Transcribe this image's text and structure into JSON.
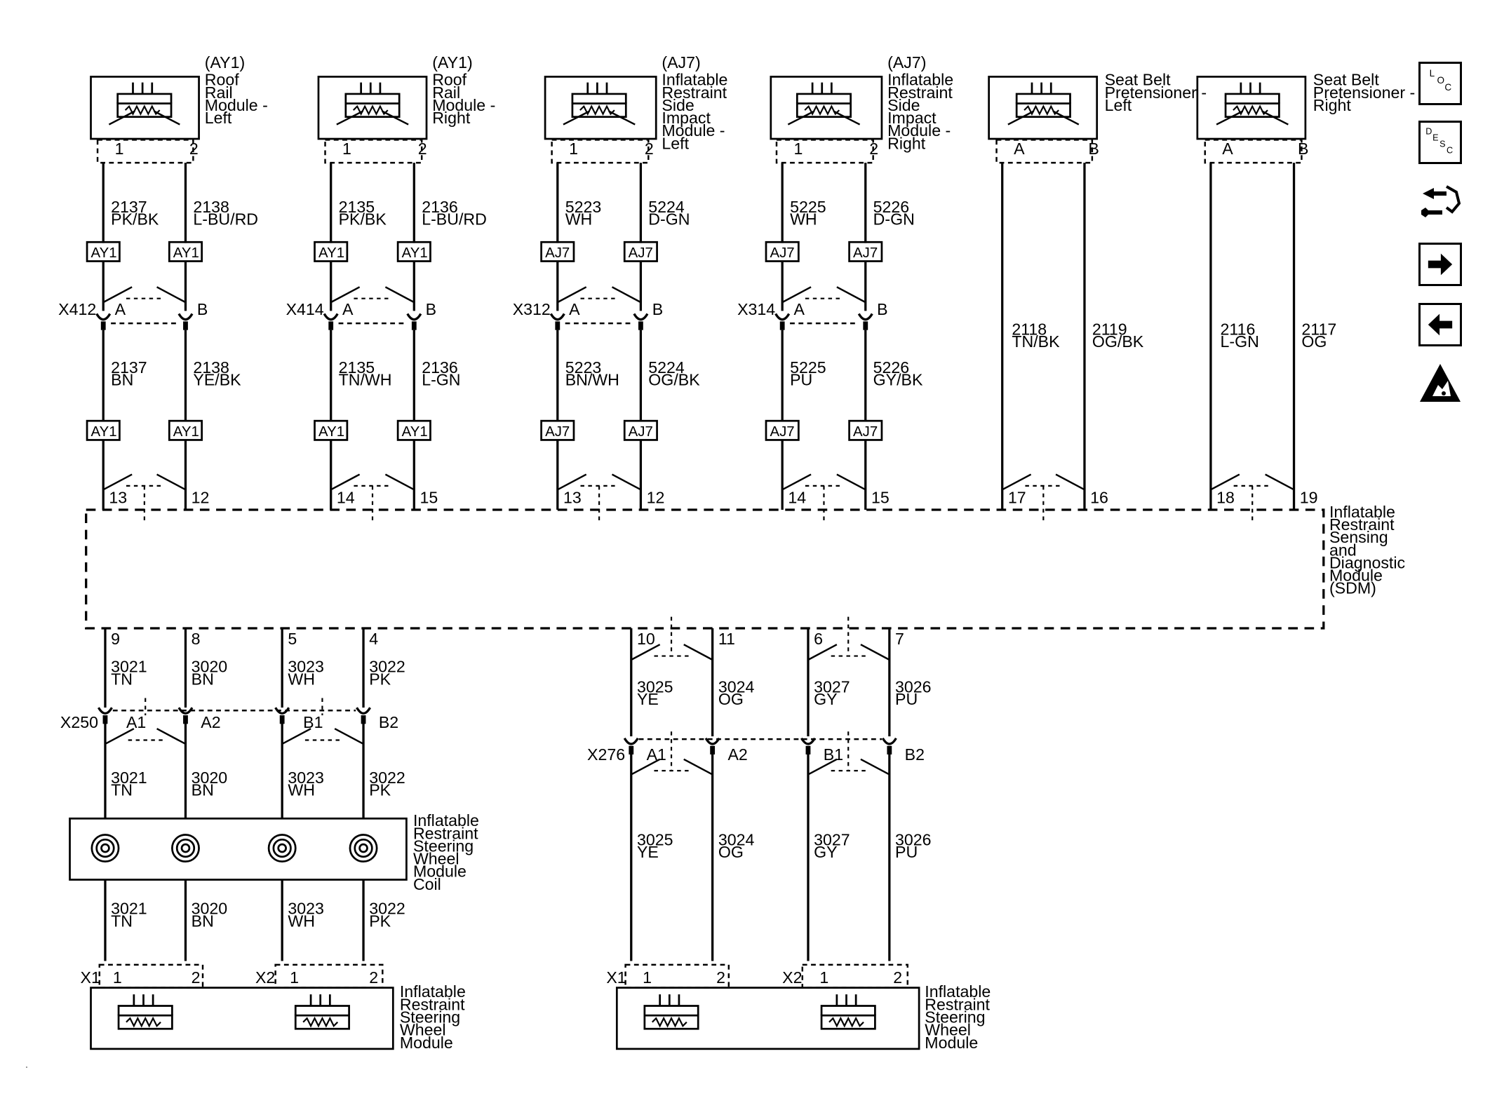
{
  "top_components": [
    {
      "option": "(AY1)",
      "name": "Roof Rail Module - Left",
      "name_lines": [
        "Roof",
        "Rail",
        "Module -",
        "Left"
      ],
      "pins": [
        "1",
        "2"
      ],
      "wires_upper": [
        {
          "circuit": "2137",
          "color": "PK/BK"
        },
        {
          "circuit": "2138",
          "color": "L-BU/RD"
        }
      ],
      "option_tags_upper": [
        "AY1",
        "AY1"
      ],
      "connector": "X412",
      "connector_pins": [
        "A",
        "B"
      ],
      "wires_lower": [
        {
          "circuit": "2137",
          "color": "BN"
        },
        {
          "circuit": "2138",
          "color": "YE/BK"
        }
      ],
      "option_tags_lower": [
        "AY1",
        "AY1"
      ],
      "sdm_pins": [
        "13",
        "12"
      ]
    },
    {
      "option": "(AY1)",
      "name": "Roof Rail Module - Right",
      "name_lines": [
        "Roof",
        "Rail",
        "Module -",
        "Right"
      ],
      "pins": [
        "1",
        "2"
      ],
      "wires_upper": [
        {
          "circuit": "2135",
          "color": "PK/BK"
        },
        {
          "circuit": "2136",
          "color": "L-BU/RD"
        }
      ],
      "option_tags_upper": [
        "AY1",
        "AY1"
      ],
      "connector": "X414",
      "connector_pins": [
        "A",
        "B"
      ],
      "wires_lower": [
        {
          "circuit": "2135",
          "color": "TN/WH"
        },
        {
          "circuit": "2136",
          "color": "L-GN"
        }
      ],
      "option_tags_lower": [
        "AY1",
        "AY1"
      ],
      "sdm_pins": [
        "14",
        "15"
      ]
    },
    {
      "option": "(AJ7)",
      "name": "Inflatable Restraint Side Impact Module - Left",
      "name_lines": [
        "Inflatable",
        "Restraint",
        "Side",
        "Impact",
        "Module -",
        "Left"
      ],
      "pins": [
        "1",
        "2"
      ],
      "wires_upper": [
        {
          "circuit": "5223",
          "color": "WH"
        },
        {
          "circuit": "5224",
          "color": "D-GN"
        }
      ],
      "option_tags_upper": [
        "AJ7",
        "AJ7"
      ],
      "connector": "X312",
      "connector_pins": [
        "A",
        "B"
      ],
      "wires_lower": [
        {
          "circuit": "5223",
          "color": "BN/WH"
        },
        {
          "circuit": "5224",
          "color": "OG/BK"
        }
      ],
      "option_tags_lower": [
        "AJ7",
        "AJ7"
      ],
      "sdm_pins": [
        "13",
        "12"
      ]
    },
    {
      "option": "(AJ7)",
      "name": "Inflatable Restraint Side Impact Module - Right",
      "name_lines": [
        "Inflatable",
        "Restraint",
        "Side",
        "Impact",
        "Module -",
        "Right"
      ],
      "pins": [
        "1",
        "2"
      ],
      "wires_upper": [
        {
          "circuit": "5225",
          "color": "WH"
        },
        {
          "circuit": "5226",
          "color": "D-GN"
        }
      ],
      "option_tags_upper": [
        "AJ7",
        "AJ7"
      ],
      "connector": "X314",
      "connector_pins": [
        "A",
        "B"
      ],
      "wires_lower": [
        {
          "circuit": "5225",
          "color": "PU"
        },
        {
          "circuit": "5226",
          "color": "GY/BK"
        }
      ],
      "option_tags_lower": [
        "AJ7",
        "AJ7"
      ],
      "sdm_pins": [
        "14",
        "15"
      ]
    },
    {
      "option": "",
      "name": "Seat Belt Pretensioner - Left",
      "name_lines": [
        "Seat Belt",
        "Pretensioner -",
        "Left"
      ],
      "pins": [
        "A",
        "B"
      ],
      "wires": [
        {
          "circuit": "2118",
          "color": "TN/BK"
        },
        {
          "circuit": "2119",
          "color": "OG/BK"
        }
      ],
      "sdm_pins": [
        "17",
        "16"
      ]
    },
    {
      "option": "",
      "name": "Seat Belt Pretensioner - Right",
      "name_lines": [
        "Seat Belt",
        "Pretensioner -",
        "Right"
      ],
      "pins": [
        "A",
        "B"
      ],
      "wires": [
        {
          "circuit": "2116",
          "color": "L-GN"
        },
        {
          "circuit": "2117",
          "color": "OG"
        }
      ],
      "sdm_pins": [
        "18",
        "19"
      ]
    }
  ],
  "sdm": {
    "name": "Inflatable Restraint Sensing and Diagnostic Module (SDM)",
    "name_lines": [
      "Inflatable",
      "Restraint",
      "Sensing",
      "and",
      "Diagnostic",
      "Module",
      "(SDM)"
    ]
  },
  "bottom_left": {
    "sdm_pins": [
      "9",
      "8",
      "5",
      "4"
    ],
    "wires": [
      {
        "circuit": "3021",
        "color": "TN"
      },
      {
        "circuit": "3020",
        "color": "BN"
      },
      {
        "circuit": "3023",
        "color": "WH"
      },
      {
        "circuit": "3022",
        "color": "PK"
      }
    ],
    "connector": "X250",
    "connector_pins": [
      "A1",
      "A2",
      "B1",
      "B2"
    ],
    "coil_name_lines": [
      "Inflatable",
      "Restraint",
      "Steering",
      "Wheel",
      "Module",
      "Coil"
    ],
    "x_connectors": [
      "X1",
      "X2"
    ],
    "x_pins": [
      "1",
      "2",
      "1",
      "2"
    ],
    "module_name_lines": [
      "Inflatable",
      "Restraint",
      "Steering",
      "Wheel",
      "Module"
    ]
  },
  "bottom_right": {
    "sdm_pins": [
      "10",
      "11",
      "6",
      "7"
    ],
    "wires": [
      {
        "circuit": "3025",
        "color": "YE"
      },
      {
        "circuit": "3024",
        "color": "OG"
      },
      {
        "circuit": "3027",
        "color": "GY"
      },
      {
        "circuit": "3026",
        "color": "PU"
      }
    ],
    "connector": "X276",
    "connector_pins": [
      "A1",
      "A2",
      "B1",
      "B2"
    ],
    "x_connectors": [
      "X1",
      "X2"
    ],
    "x_pins": [
      "1",
      "2",
      "1",
      "2"
    ],
    "module_name_lines": [
      "Inflatable",
      "Restraint",
      "Steering",
      "Wheel",
      "Module"
    ]
  },
  "side_toolbar": [
    {
      "name": "location",
      "glyph_top": "L",
      "glyph_mid": "O",
      "glyph_bot": "C"
    },
    {
      "name": "description",
      "glyph_top": "D",
      "glyph_mid": "E",
      "glyph_bot": "S",
      "glyph_last": "C"
    },
    {
      "name": "connector-end-view",
      "icon": "connector-wrench-icon"
    },
    {
      "name": "next-page",
      "icon": "arrow-right-icon"
    },
    {
      "name": "previous-page",
      "icon": "arrow-left-icon"
    },
    {
      "name": "esd-warning",
      "icon": "esd-warning-icon"
    }
  ]
}
